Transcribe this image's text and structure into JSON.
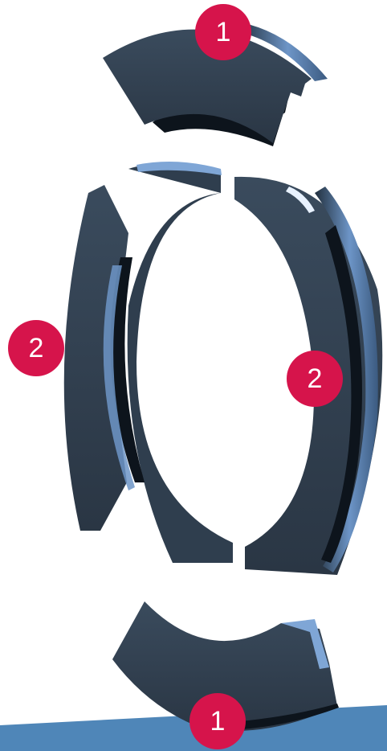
{
  "badges": {
    "top_segment": "1",
    "left_segment": "2",
    "right_segment": "2",
    "bottom_segment": "1"
  },
  "colors": {
    "part_body": "#2f3e4e",
    "part_edge": "#7fa6d6",
    "part_shadow": "#0d141c",
    "badge": "#d6144b",
    "base_band": "#4f86b8"
  }
}
